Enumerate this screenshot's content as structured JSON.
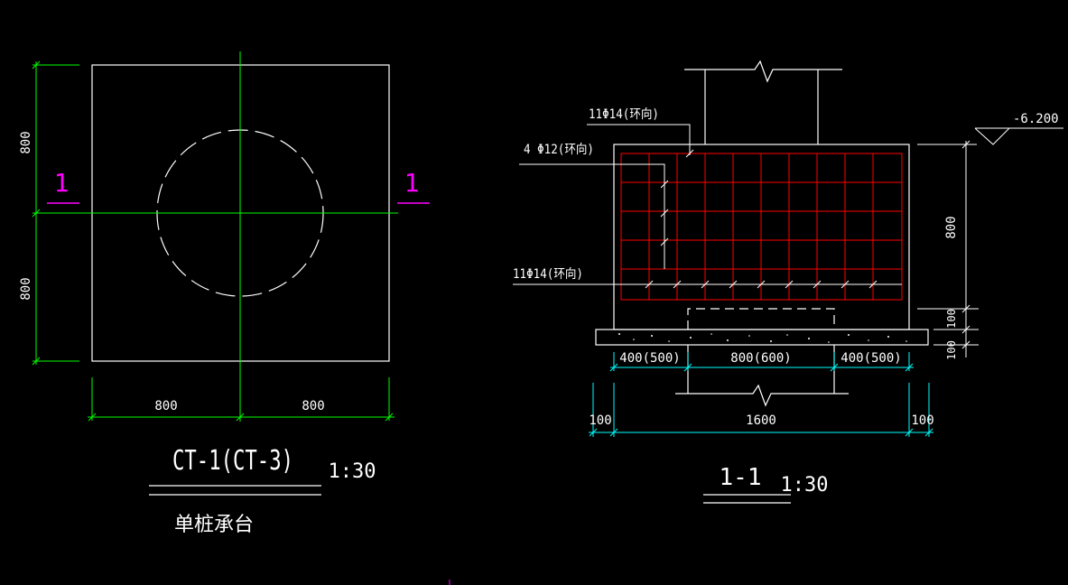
{
  "colors": {
    "background": "#000000",
    "outline": "#ffffff",
    "centerline": "#00ff00",
    "dimension_left": "#00ff00",
    "dimension_right": "#00ffff",
    "rebar": "#ff0000",
    "section_mark": "#ff00ff",
    "text": "#ffffff"
  },
  "plan_view": {
    "dim_top": "800",
    "dim_bottom": "800",
    "dim_left": "800",
    "dim_right": "800",
    "section_mark_left": "1",
    "section_mark_right": "1",
    "title": "CT-1(CT-3)",
    "scale": "1:30",
    "subtitle": "单桩承台"
  },
  "section_view": {
    "label_top_rebar": "11Φ14(环向)",
    "label_stirrup": "4 Φ12(环向)",
    "label_bottom_rebar": "11Φ14(环向)",
    "elevation": "-6.200",
    "dim_height": "800",
    "dim_cushion_1": "100",
    "dim_cushion_2": "100",
    "dim_left_part": "400(500)",
    "dim_mid_part": "800(600)",
    "dim_right_part": "400(500)",
    "dim_left_ext": "100",
    "dim_total": "1600",
    "dim_right_ext": "100",
    "title": "1-1",
    "scale": "1:30"
  }
}
